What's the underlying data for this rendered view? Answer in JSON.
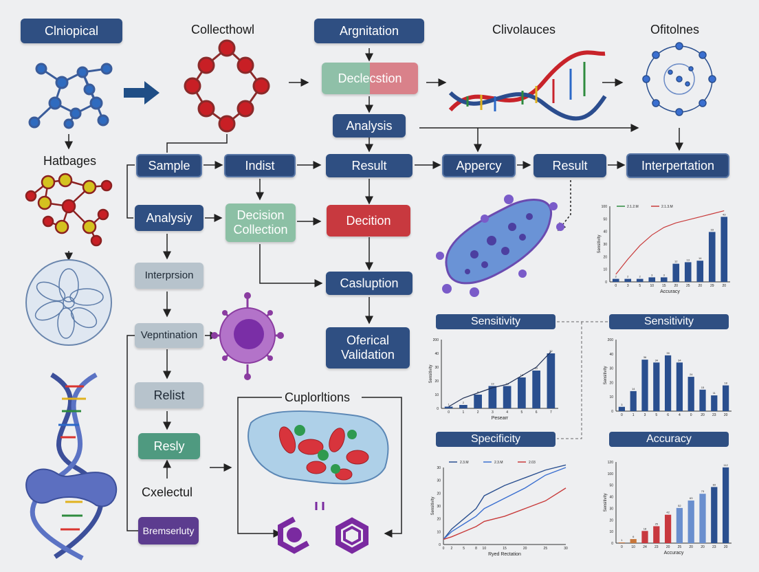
{
  "top_labels": {
    "clinical": "Clniopical",
    "collect": "Collecthowl",
    "argnitation": "Argnitation",
    "clivolauces": "Clivolauces",
    "ofitolnes": "Ofitolnes",
    "hatbages": "Hatbages",
    "cuplorations": "Cuplorltions"
  },
  "flow_boxes": {
    "declection": "Declecstion",
    "analysis_top": "Analysis",
    "sample": "Sample",
    "indist": "Indist",
    "result_1": "Result",
    "appercy": "Appercy",
    "result_2": "Result",
    "interpretation": "Interpertation",
    "analysiy": "Analysiy",
    "decision_collection": "Decision Collection",
    "decition": "Decition",
    "interprsion": "Interprsion",
    "casluption": "Casluption",
    "vepntination": "Vepntination",
    "oferical_validation": "Oferical Validation",
    "relist": "Relist",
    "resly": "Resly",
    "cxelectul": "Cxelectul",
    "bremserlucy": "Bremserluty"
  },
  "chart_panels": {
    "sens_1": "Sensitivity",
    "sens_2": "Sensitivity",
    "specificity": "Specificity",
    "accuracy": "Accuracy"
  },
  "chart_data": [
    {
      "type": "bar",
      "id": "top-right",
      "xlabel": "Accuracy",
      "ylabel": "Sensitivity",
      "categories": [
        "0",
        "3",
        "5",
        "10",
        "15",
        "20",
        "25",
        "20",
        "29",
        "20"
      ],
      "values": [
        2,
        2,
        2,
        3,
        3,
        12,
        13,
        14,
        33,
        43
      ],
      "line_series": [
        5,
        15,
        24,
        31,
        36,
        39,
        41,
        43,
        45,
        47
      ],
      "ylim": [
        0,
        50
      ],
      "yticks": [
        "0",
        "10",
        "20",
        "30",
        "40",
        "50",
        "100"
      ],
      "legend": [
        "2.1.2.M",
        "2.1.3.M"
      ]
    },
    {
      "type": "bar",
      "id": "sensitivity-1",
      "ylabel": "Sensitivity",
      "xlabel": "Pesearr",
      "categories": [
        "0",
        "1",
        "2",
        "3",
        "4",
        "5",
        "6",
        "7"
      ],
      "values": [
        1,
        2,
        8,
        13,
        13,
        18,
        22,
        32
      ],
      "line_series": [
        1,
        6,
        9,
        12,
        14,
        19,
        24,
        33
      ],
      "ylim": [
        0,
        40
      ],
      "yticks": [
        "0",
        "10",
        "20",
        "30",
        "40",
        "200"
      ]
    },
    {
      "type": "bar",
      "id": "sensitivity-2",
      "ylabel": "Sensitivity",
      "categories": [
        "0",
        "1",
        "3",
        "5",
        "6",
        "4",
        "0",
        "20",
        "23",
        "20"
      ],
      "values": [
        3,
        14,
        36,
        34,
        39,
        34,
        24,
        15,
        11,
        18
      ],
      "ylim": [
        0,
        50
      ],
      "yticks": [
        "0",
        "10",
        "20",
        "30",
        "40",
        "200"
      ]
    },
    {
      "type": "line",
      "id": "specificity",
      "xlabel": "Ryed Rectation",
      "ylabel": "Sensitivity",
      "x": [
        0,
        2,
        5,
        8,
        10,
        15,
        20,
        25,
        30
      ],
      "series": [
        {
          "name": "2.3.M",
          "values": [
            2,
            6,
            10,
            14,
            19,
            23,
            26,
            29,
            31
          ]
        },
        {
          "name": "2.3.M",
          "values": [
            2,
            5,
            8,
            11,
            14,
            18,
            22,
            27,
            30
          ]
        },
        {
          "name": "2.03",
          "values": [
            2,
            3,
            5,
            7,
            9,
            11,
            14,
            17,
            22
          ]
        }
      ],
      "ylim": [
        0,
        30
      ],
      "yticks": [
        "0",
        "10",
        "20",
        "30",
        "20",
        "30",
        "30"
      ]
    },
    {
      "type": "bar",
      "id": "accuracy",
      "xlabel": "Accuracy",
      "ylabel": "Sensitivity",
      "categories": [
        "0",
        "10",
        "24",
        "23",
        "20",
        "25",
        "20",
        "20",
        "23",
        "20"
      ],
      "values": [
        1,
        6,
        18,
        25,
        42,
        52,
        63,
        73,
        83,
        112
      ],
      "ylim": [
        0,
        120
      ],
      "yticks": [
        "0",
        "10",
        "20",
        "30",
        "40",
        "50",
        "100",
        "120"
      ]
    }
  ],
  "colors": {
    "navy": "#2f4f82",
    "teal_green": "#4f9a80",
    "red": "#c8393f",
    "gray": "#b7c3cc",
    "violet": "#5c3c8f",
    "bar_blue": "#2a4f8f",
    "line_red": "#c83a3a"
  }
}
